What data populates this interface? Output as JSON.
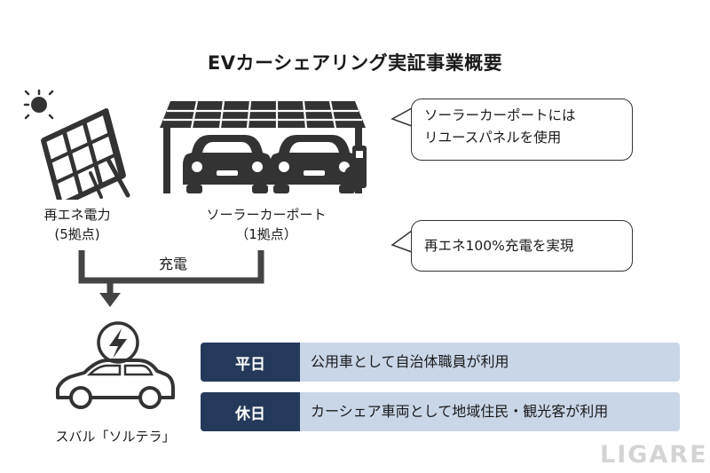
{
  "title": "EVカーシェアリング実証事業概要",
  "renewable": {
    "label1": "再エネ電力",
    "label2": "(5拠点)"
  },
  "carport": {
    "label1": "ソーラーカーポート",
    "label2": "（1拠点）"
  },
  "charge_label": "充電",
  "bubble1": {
    "line1": "ソーラーカーポートには",
    "line2": "リユースパネルを使用"
  },
  "bubble2": {
    "text": "再エネ100%充電を実現"
  },
  "ev_label": "スバル「ソルテラ」",
  "rows": [
    {
      "tag": "平日",
      "text": "公用車として自治体職員が利用"
    },
    {
      "tag": "休日",
      "text": "カーシェア車両として地域住民・観光客が利用"
    }
  ],
  "watermark": "LIGARE",
  "colors": {
    "tag_bg": "#253a5a",
    "row_bg": "#c9d6e8",
    "icon": "#333333"
  }
}
